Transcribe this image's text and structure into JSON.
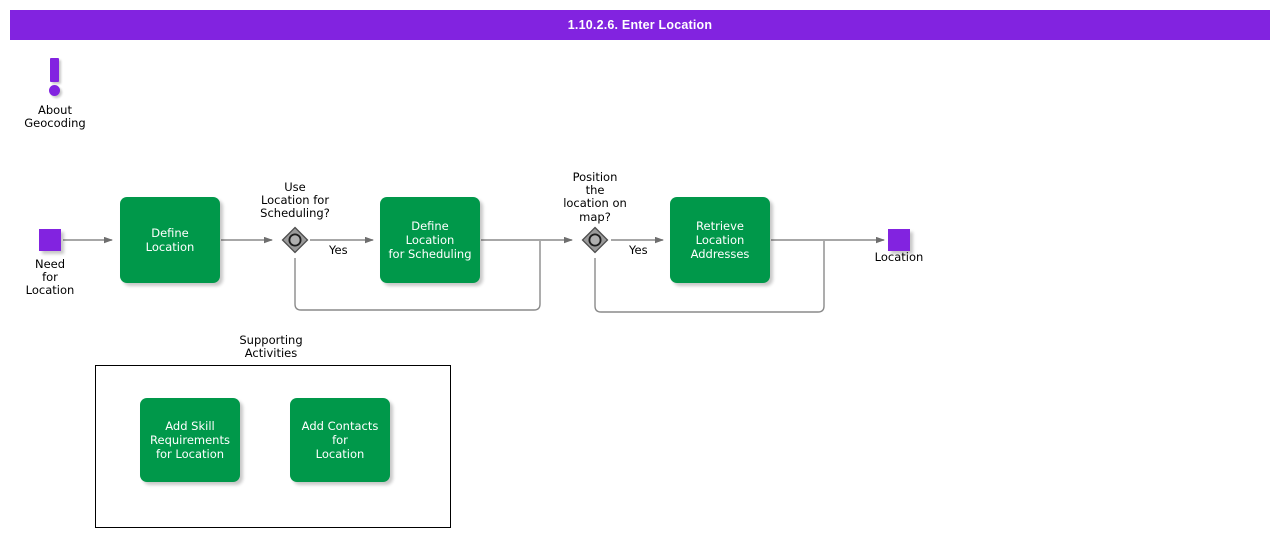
{
  "header": {
    "title": "1.10.2.6. Enter Location",
    "bar_color": "#8223E0",
    "text_color": "#FFFFFF"
  },
  "palette": {
    "task_green": "#00984A",
    "event_purple": "#8223E0",
    "gateway_gray": "#808080",
    "connector_gray": "#808080",
    "text_dark": "#000000",
    "task_text": "#FFFFFF"
  },
  "annotation": {
    "name": "about-geocoding",
    "icon": "exclamation-icon",
    "label": "About\nGeocoding"
  },
  "events": [
    {
      "id": "need-for-location",
      "type": "start-event",
      "label": "Need\nfor\nLocation",
      "color": "#8223E0"
    },
    {
      "id": "location",
      "type": "end-event",
      "label": "Location",
      "color": "#8223E0"
    }
  ],
  "tasks": [
    {
      "id": "define-location",
      "label": "Define Location"
    },
    {
      "id": "define-location-for-scheduling",
      "label": "Define Location\nfor Scheduling"
    },
    {
      "id": "retrieve-location-addresses",
      "label": "Retrieve\nLocation\nAddresses"
    }
  ],
  "gateways": [
    {
      "id": "use-location-for-scheduling",
      "type": "inclusive-gateway",
      "label": "Use\nLocation for\nScheduling?",
      "condition_label": "Yes"
    },
    {
      "id": "position-location-on-map",
      "type": "inclusive-gateway",
      "label": "Position\nthe\nlocation on\nmap?",
      "condition_label": "Yes"
    }
  ],
  "group": {
    "id": "supporting-activities",
    "title": "Supporting\nActivities",
    "tasks": [
      {
        "id": "add-skill-requirements-for-location",
        "label": "Add Skill\nRequirements\nfor Location"
      },
      {
        "id": "add-contacts-for-location",
        "label": "Add Contacts for\nLocation"
      }
    ]
  }
}
